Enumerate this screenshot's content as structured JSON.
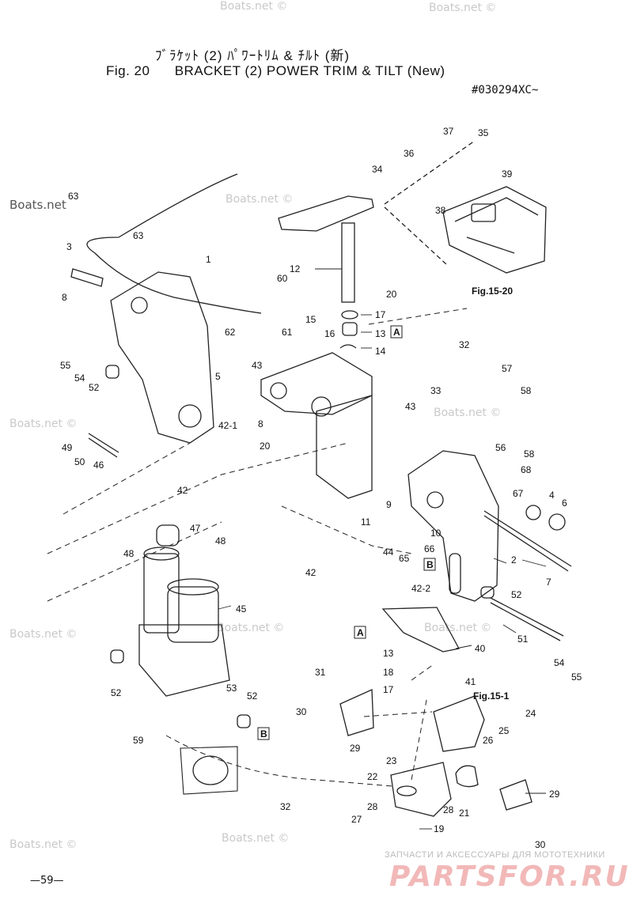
{
  "header": {
    "title_jp": "ﾌﾞﾗｹｯﾄ (2) ﾊﾟﾜｰﾄﾘﾑ & ﾁﾙﾄ (新)",
    "fig_label": "Fig. 20",
    "title_en": "BRACKET (2) POWER TRIM & TILT (New)",
    "serial": "#030294XC~"
  },
  "references": {
    "fig_15_20": "Fig.15-20",
    "fig_15_1": "Fig.15-1",
    "box_a": "A",
    "box_b": "B"
  },
  "parts": [
    {
      "n": "1"
    },
    {
      "n": "2"
    },
    {
      "n": "3"
    },
    {
      "n": "4"
    },
    {
      "n": "5"
    },
    {
      "n": "6"
    },
    {
      "n": "7"
    },
    {
      "n": "8"
    },
    {
      "n": "9"
    },
    {
      "n": "10"
    },
    {
      "n": "11"
    },
    {
      "n": "12"
    },
    {
      "n": "13"
    },
    {
      "n": "13"
    },
    {
      "n": "14"
    },
    {
      "n": "15"
    },
    {
      "n": "16"
    },
    {
      "n": "17"
    },
    {
      "n": "17"
    },
    {
      "n": "18"
    },
    {
      "n": "19"
    },
    {
      "n": "20"
    },
    {
      "n": "20"
    },
    {
      "n": "21"
    },
    {
      "n": "22"
    },
    {
      "n": "23"
    },
    {
      "n": "24"
    },
    {
      "n": "25"
    },
    {
      "n": "26"
    },
    {
      "n": "27"
    },
    {
      "n": "28"
    },
    {
      "n": "28"
    },
    {
      "n": "29"
    },
    {
      "n": "29"
    },
    {
      "n": "30"
    },
    {
      "n": "30"
    },
    {
      "n": "31"
    },
    {
      "n": "32"
    },
    {
      "n": "32"
    },
    {
      "n": "33"
    },
    {
      "n": "34"
    },
    {
      "n": "35"
    },
    {
      "n": "36"
    },
    {
      "n": "37"
    },
    {
      "n": "38"
    },
    {
      "n": "39"
    },
    {
      "n": "40"
    },
    {
      "n": "41"
    },
    {
      "n": "42"
    },
    {
      "n": "42"
    },
    {
      "n": "42-1"
    },
    {
      "n": "42-2"
    },
    {
      "n": "43"
    },
    {
      "n": "43"
    },
    {
      "n": "44"
    },
    {
      "n": "45"
    },
    {
      "n": "46"
    },
    {
      "n": "47"
    },
    {
      "n": "48"
    },
    {
      "n": "48"
    },
    {
      "n": "49"
    },
    {
      "n": "50"
    },
    {
      "n": "51"
    },
    {
      "n": "52"
    },
    {
      "n": "52"
    },
    {
      "n": "52"
    },
    {
      "n": "52"
    },
    {
      "n": "53"
    },
    {
      "n": "54"
    },
    {
      "n": "54"
    },
    {
      "n": "55"
    },
    {
      "n": "55"
    },
    {
      "n": "56"
    },
    {
      "n": "57"
    },
    {
      "n": "58"
    },
    {
      "n": "58"
    },
    {
      "n": "59"
    },
    {
      "n": "60"
    },
    {
      "n": "61"
    },
    {
      "n": "62"
    },
    {
      "n": "63"
    },
    {
      "n": "63"
    },
    {
      "n": "65"
    },
    {
      "n": "66"
    },
    {
      "n": "67"
    },
    {
      "n": "68"
    },
    {
      "n": "8"
    }
  ],
  "watermarks": {
    "site": "Boats.net",
    "site_copy": "Boats.net ©"
  },
  "footer": {
    "page": "—59—",
    "sub": "ЗАПЧАСТИ И АКСЕССУАРЫ ДЛЯ МОТОТЕХНИКИ",
    "logo": "PARTSFOR.RU"
  }
}
